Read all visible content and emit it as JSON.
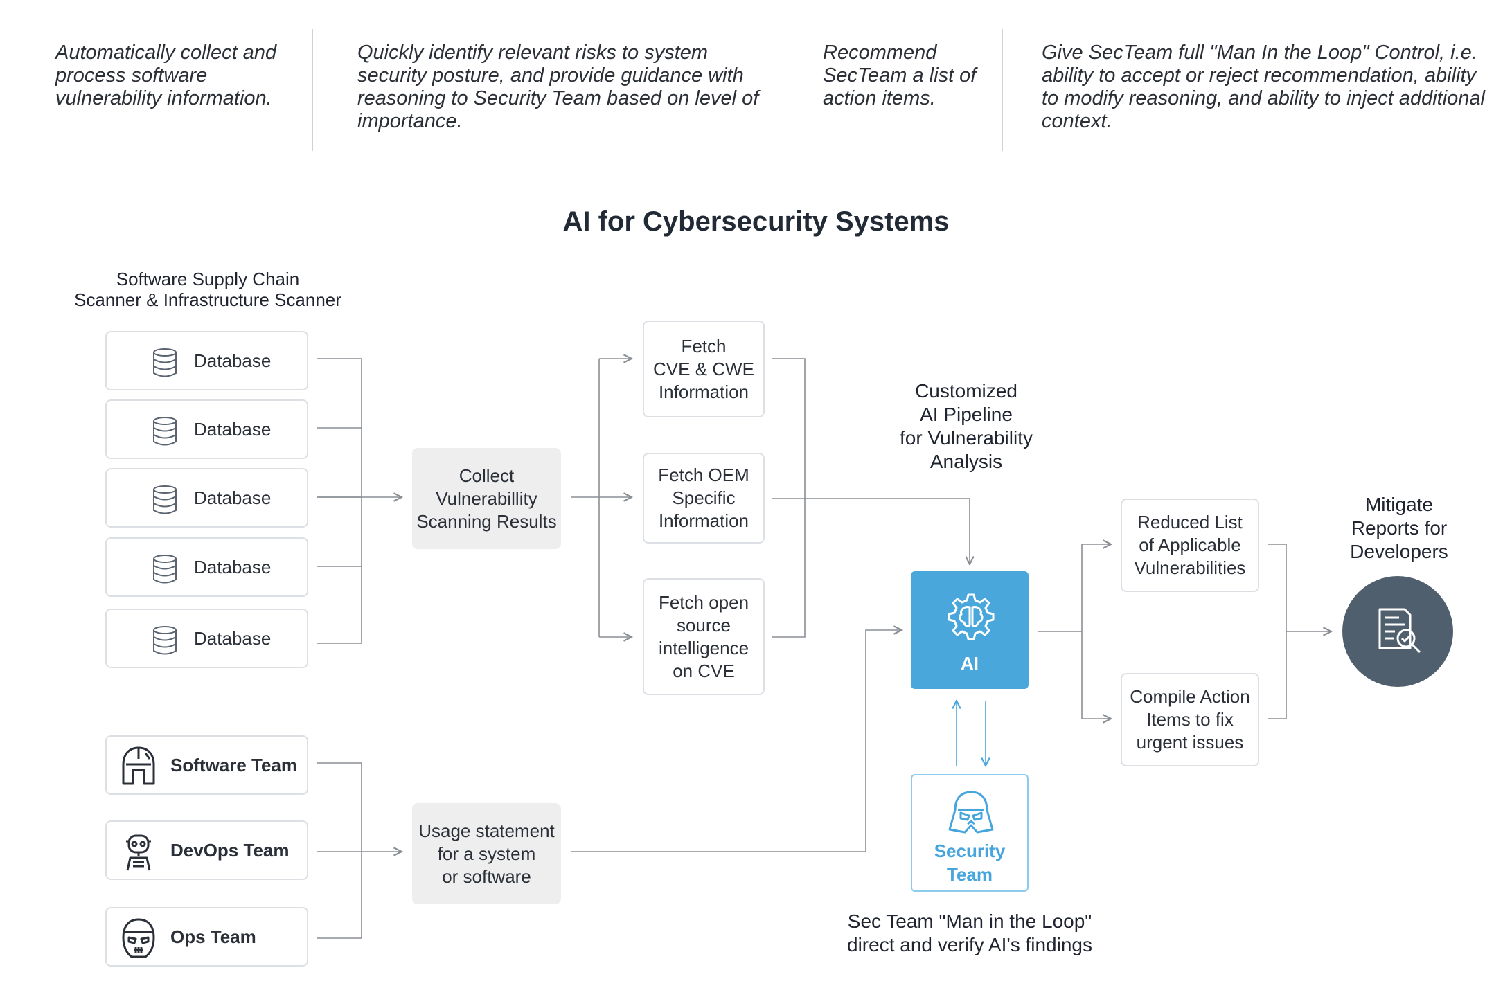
{
  "intro": [
    "Automatically collect and process software vulnerability information.",
    "Quickly identify relevant risks to system security posture, and provide guidance with reasoning to Security Team based on level of importance.",
    "Recommend SecTeam a list of action items.",
    "Give SecTeam full \"Man In the Loop\" Control, i.e. ability to accept or reject recommendation, ability to modify reasoning, and ability to inject additional context."
  ],
  "title": "AI for Cybersecurity Systems",
  "scanner_heading": "Software Supply Chain\nScanner & Infrastructure Scanner",
  "databases": [
    "Database",
    "Database",
    "Database",
    "Database",
    "Database"
  ],
  "collect": "Collect\nVulnerabillity\nScanning Results",
  "fetch": [
    "Fetch\nCVE & CWE\nInformation",
    "Fetch OEM\nSpecific\nInformation",
    "Fetch open\nsource\nintelligence\non CVE"
  ],
  "pipeline_heading": "Customized\nAI Pipeline\nfor Vulnerability\nAnalysis",
  "ai_label": "AI",
  "security_team": "Security\nTeam",
  "loop_caption": "Sec Team \"Man in the Loop\"\ndirect and verify AI's findings",
  "outputs": [
    "Reduced List\nof Applicable\nVulnerabilities",
    "Compile Action\nItems to fix\nurgent issues"
  ],
  "mitigate_heading": "Mitigate\nReports for\nDevelopers",
  "teams": [
    "Software Team",
    "DevOps Team",
    "Ops Team"
  ],
  "usage": "Usage statement\nfor a system\nor software",
  "colors": {
    "accent": "#4aa7db",
    "dark_circle": "#505f6e",
    "line": "#8a8f96",
    "box_border": "#dcdfe3",
    "grey_box": "#eeeeee"
  },
  "icons": [
    "database-icon",
    "brain-gear-icon",
    "darth-vader-icon",
    "bounty-hunter-helmet-icon",
    "robot-icon",
    "stormtrooper-icon",
    "report-magnifier-icon"
  ]
}
